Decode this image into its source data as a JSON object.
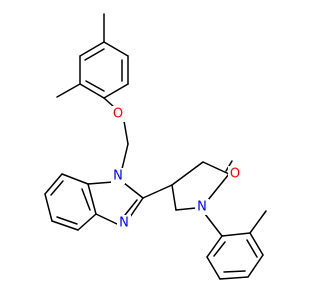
{
  "molecule": {
    "atom_labels": {
      "ether_oxygen": "O",
      "benzimidazole_n1": "N",
      "benzimidazole_n3": "N",
      "lactam_nitrogen": "N",
      "carbonyl_oxygen": "O"
    },
    "colors": {
      "bond": "#000000",
      "oxygen": "#ff0000",
      "nitrogen": "#0000ff",
      "background": "#ffffff"
    }
  }
}
